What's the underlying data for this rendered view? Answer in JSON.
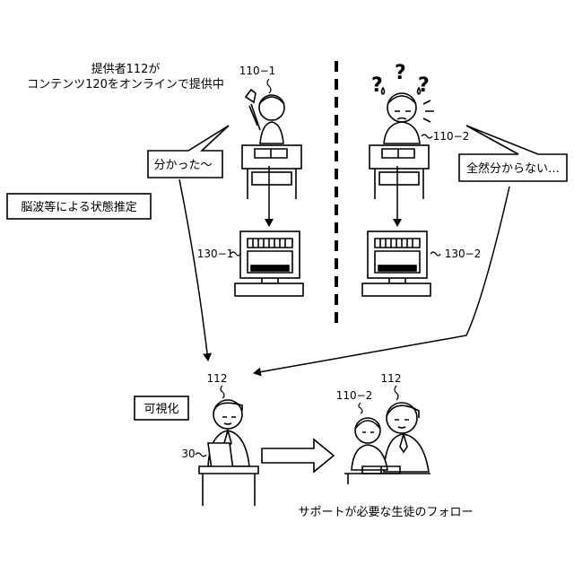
{
  "caption_provider": [
    "提供者112が",
    "コンテンツ120をオンラインで提供中"
  ],
  "student_left_ref": "110−1",
  "student_right_ref": "110−2",
  "bubble_left": "分かった〜",
  "bubble_right": "全然分からない…",
  "box_estimation": "脳波等による状態推定",
  "monitor_left_ref": "130−1",
  "monitor_right_ref": "130−2",
  "provider_ref": "112",
  "box_visualize": "可視化",
  "tablet_ref": "30",
  "follow_student_ref": "110−2",
  "follow_provider_ref": "112",
  "question_mark": "?",
  "caption_follow": "サポートが必要な生徒のフォロー"
}
